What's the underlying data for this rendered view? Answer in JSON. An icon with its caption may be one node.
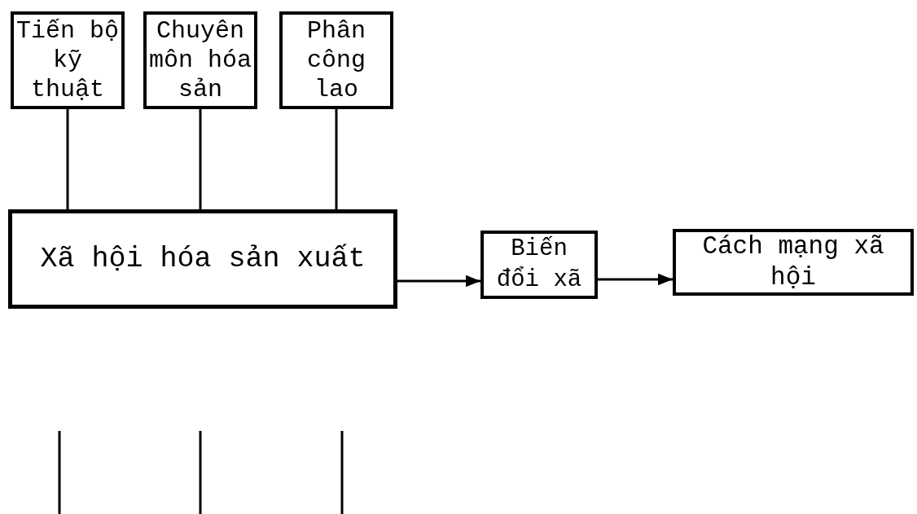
{
  "diagram": {
    "nodes": [
      {
        "text": [
          "Tiến bộ kỹ thuật"
        ]
      },
      {
        "text": [
          "Chuyên môn hóa sản"
        ]
      },
      {
        "text": [
          "Phân công lao"
        ]
      },
      {
        "text": [
          "Xã hội hóa sản xuất"
        ]
      },
      {
        "text": [
          "Biến đổi xã"
        ]
      },
      {
        "text": [
          "Cách mạng xã hội"
        ]
      }
    ],
    "edges": [
      {
        "from": 0,
        "to": 3,
        "arrow": "none"
      },
      {
        "from": 1,
        "to": 3,
        "arrow": "none"
      },
      {
        "from": 2,
        "to": 3,
        "arrow": "none"
      },
      {
        "from": 3,
        "to": 4,
        "arrow": "to"
      },
      {
        "from": 4,
        "to": 5,
        "arrow": "to"
      }
    ]
  }
}
